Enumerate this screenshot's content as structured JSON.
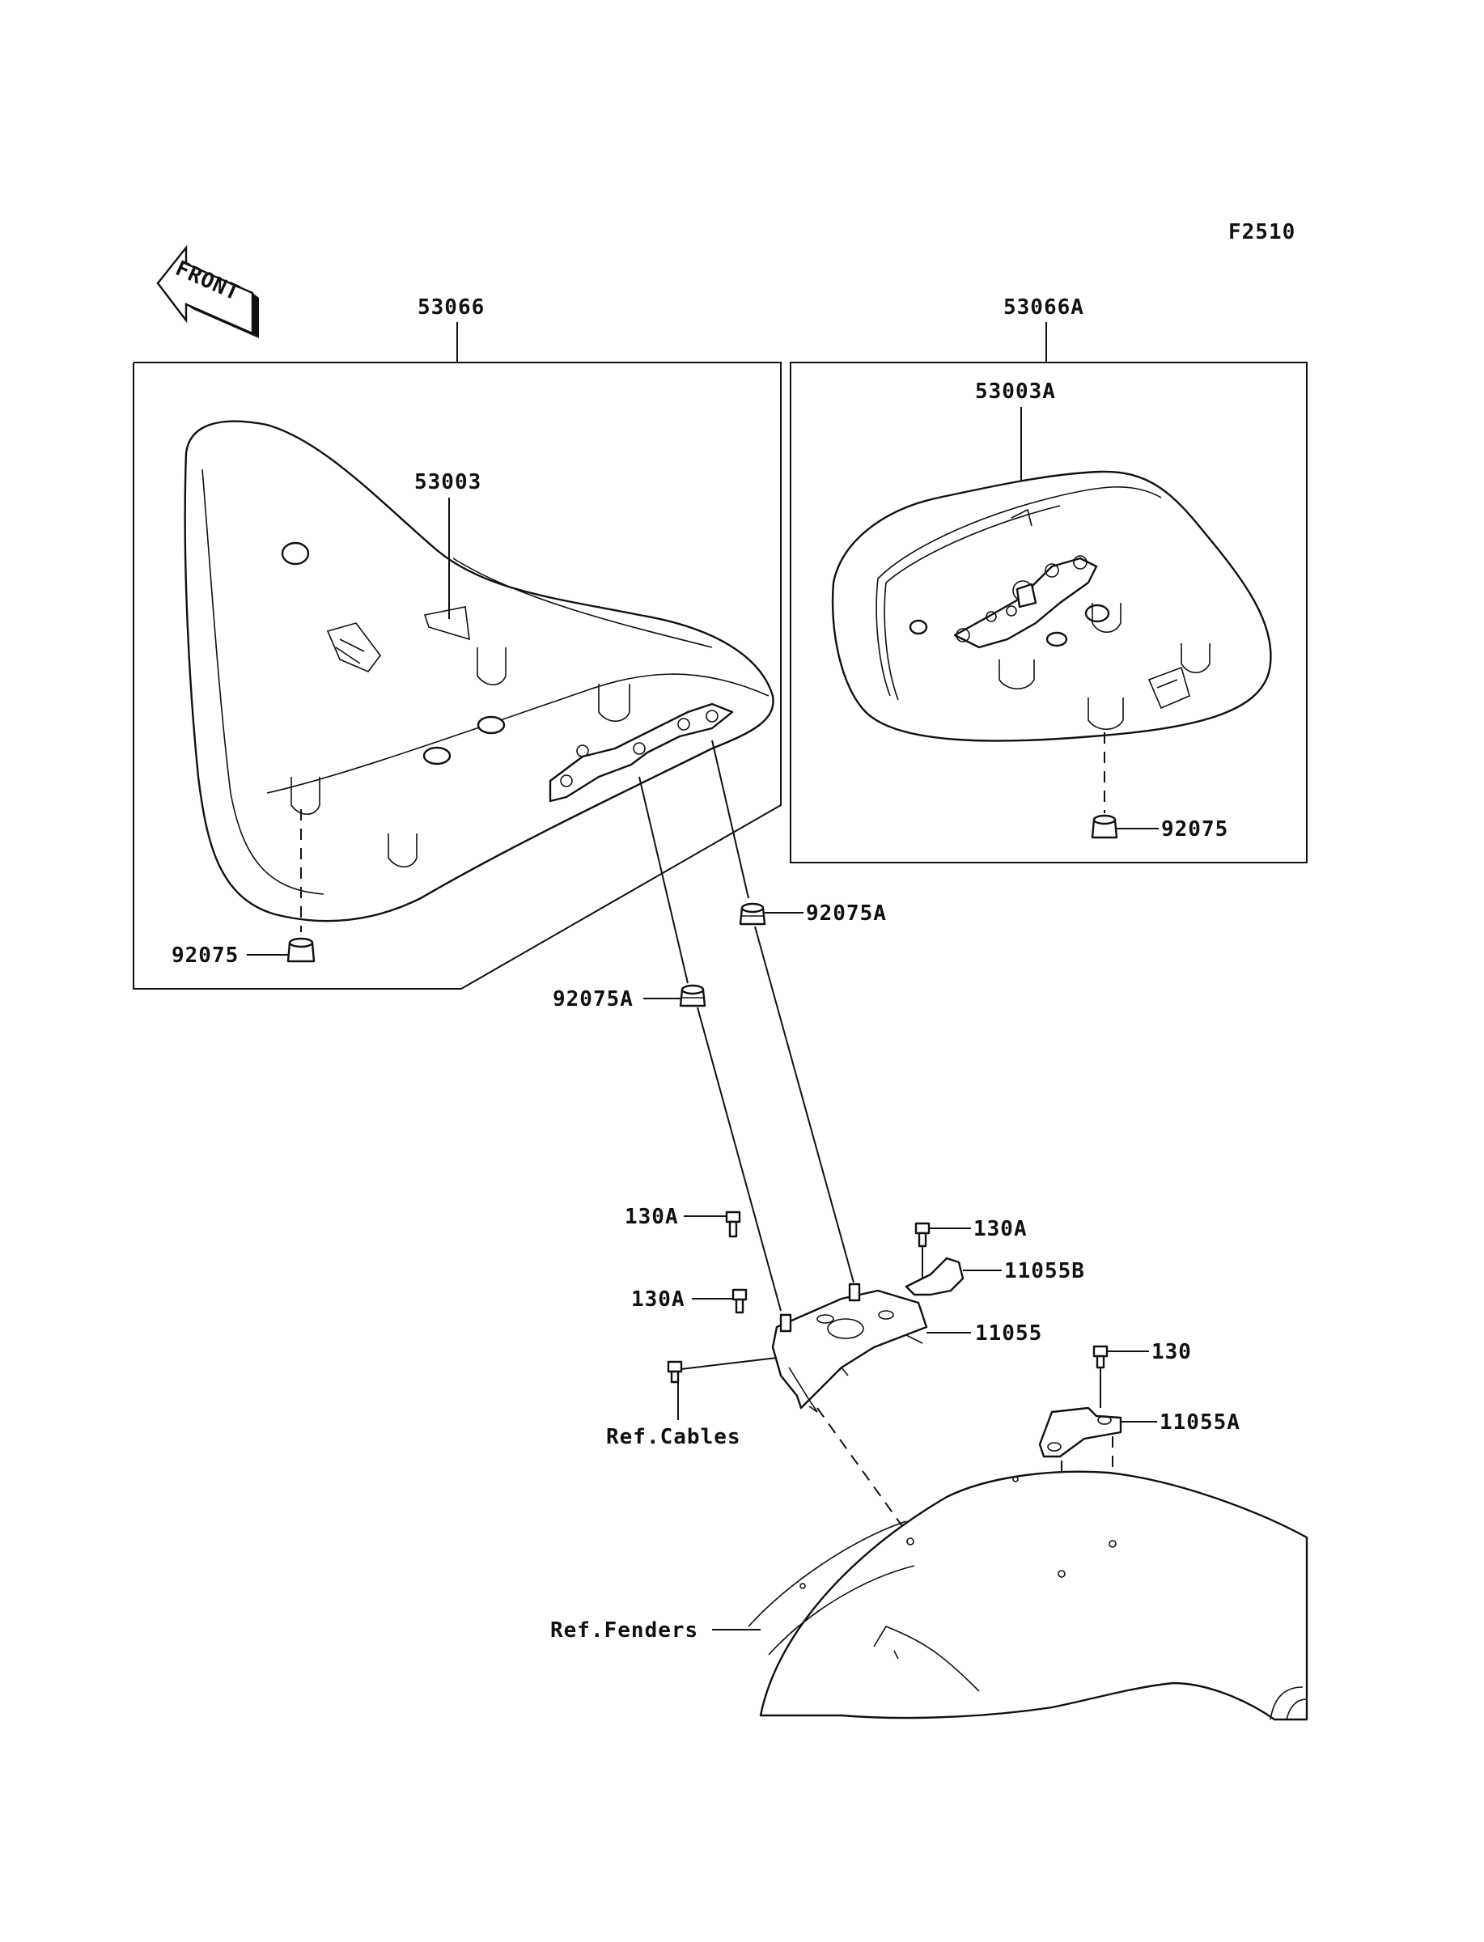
{
  "figure_code": "F2510",
  "front_arrow_text": "FRONT",
  "labels": {
    "seat_assy": "53066",
    "seat_assy_alt": "53066A",
    "seat_cover": "53003",
    "seat_cover_alt": "53003A",
    "damper_left": "92075",
    "damper_right": "92075",
    "damper_a_upper": "92075A",
    "damper_a_lower": "92075A",
    "bolt_a_top": "130A",
    "bolt_a_left": "130A",
    "bolt_a_right": "130A",
    "bracket_b": "11055B",
    "bracket_main": "11055",
    "bolt": "130",
    "bracket_a": "11055A",
    "ref_cables": "Ref.Cables",
    "ref_fenders": "Ref.Fenders"
  }
}
